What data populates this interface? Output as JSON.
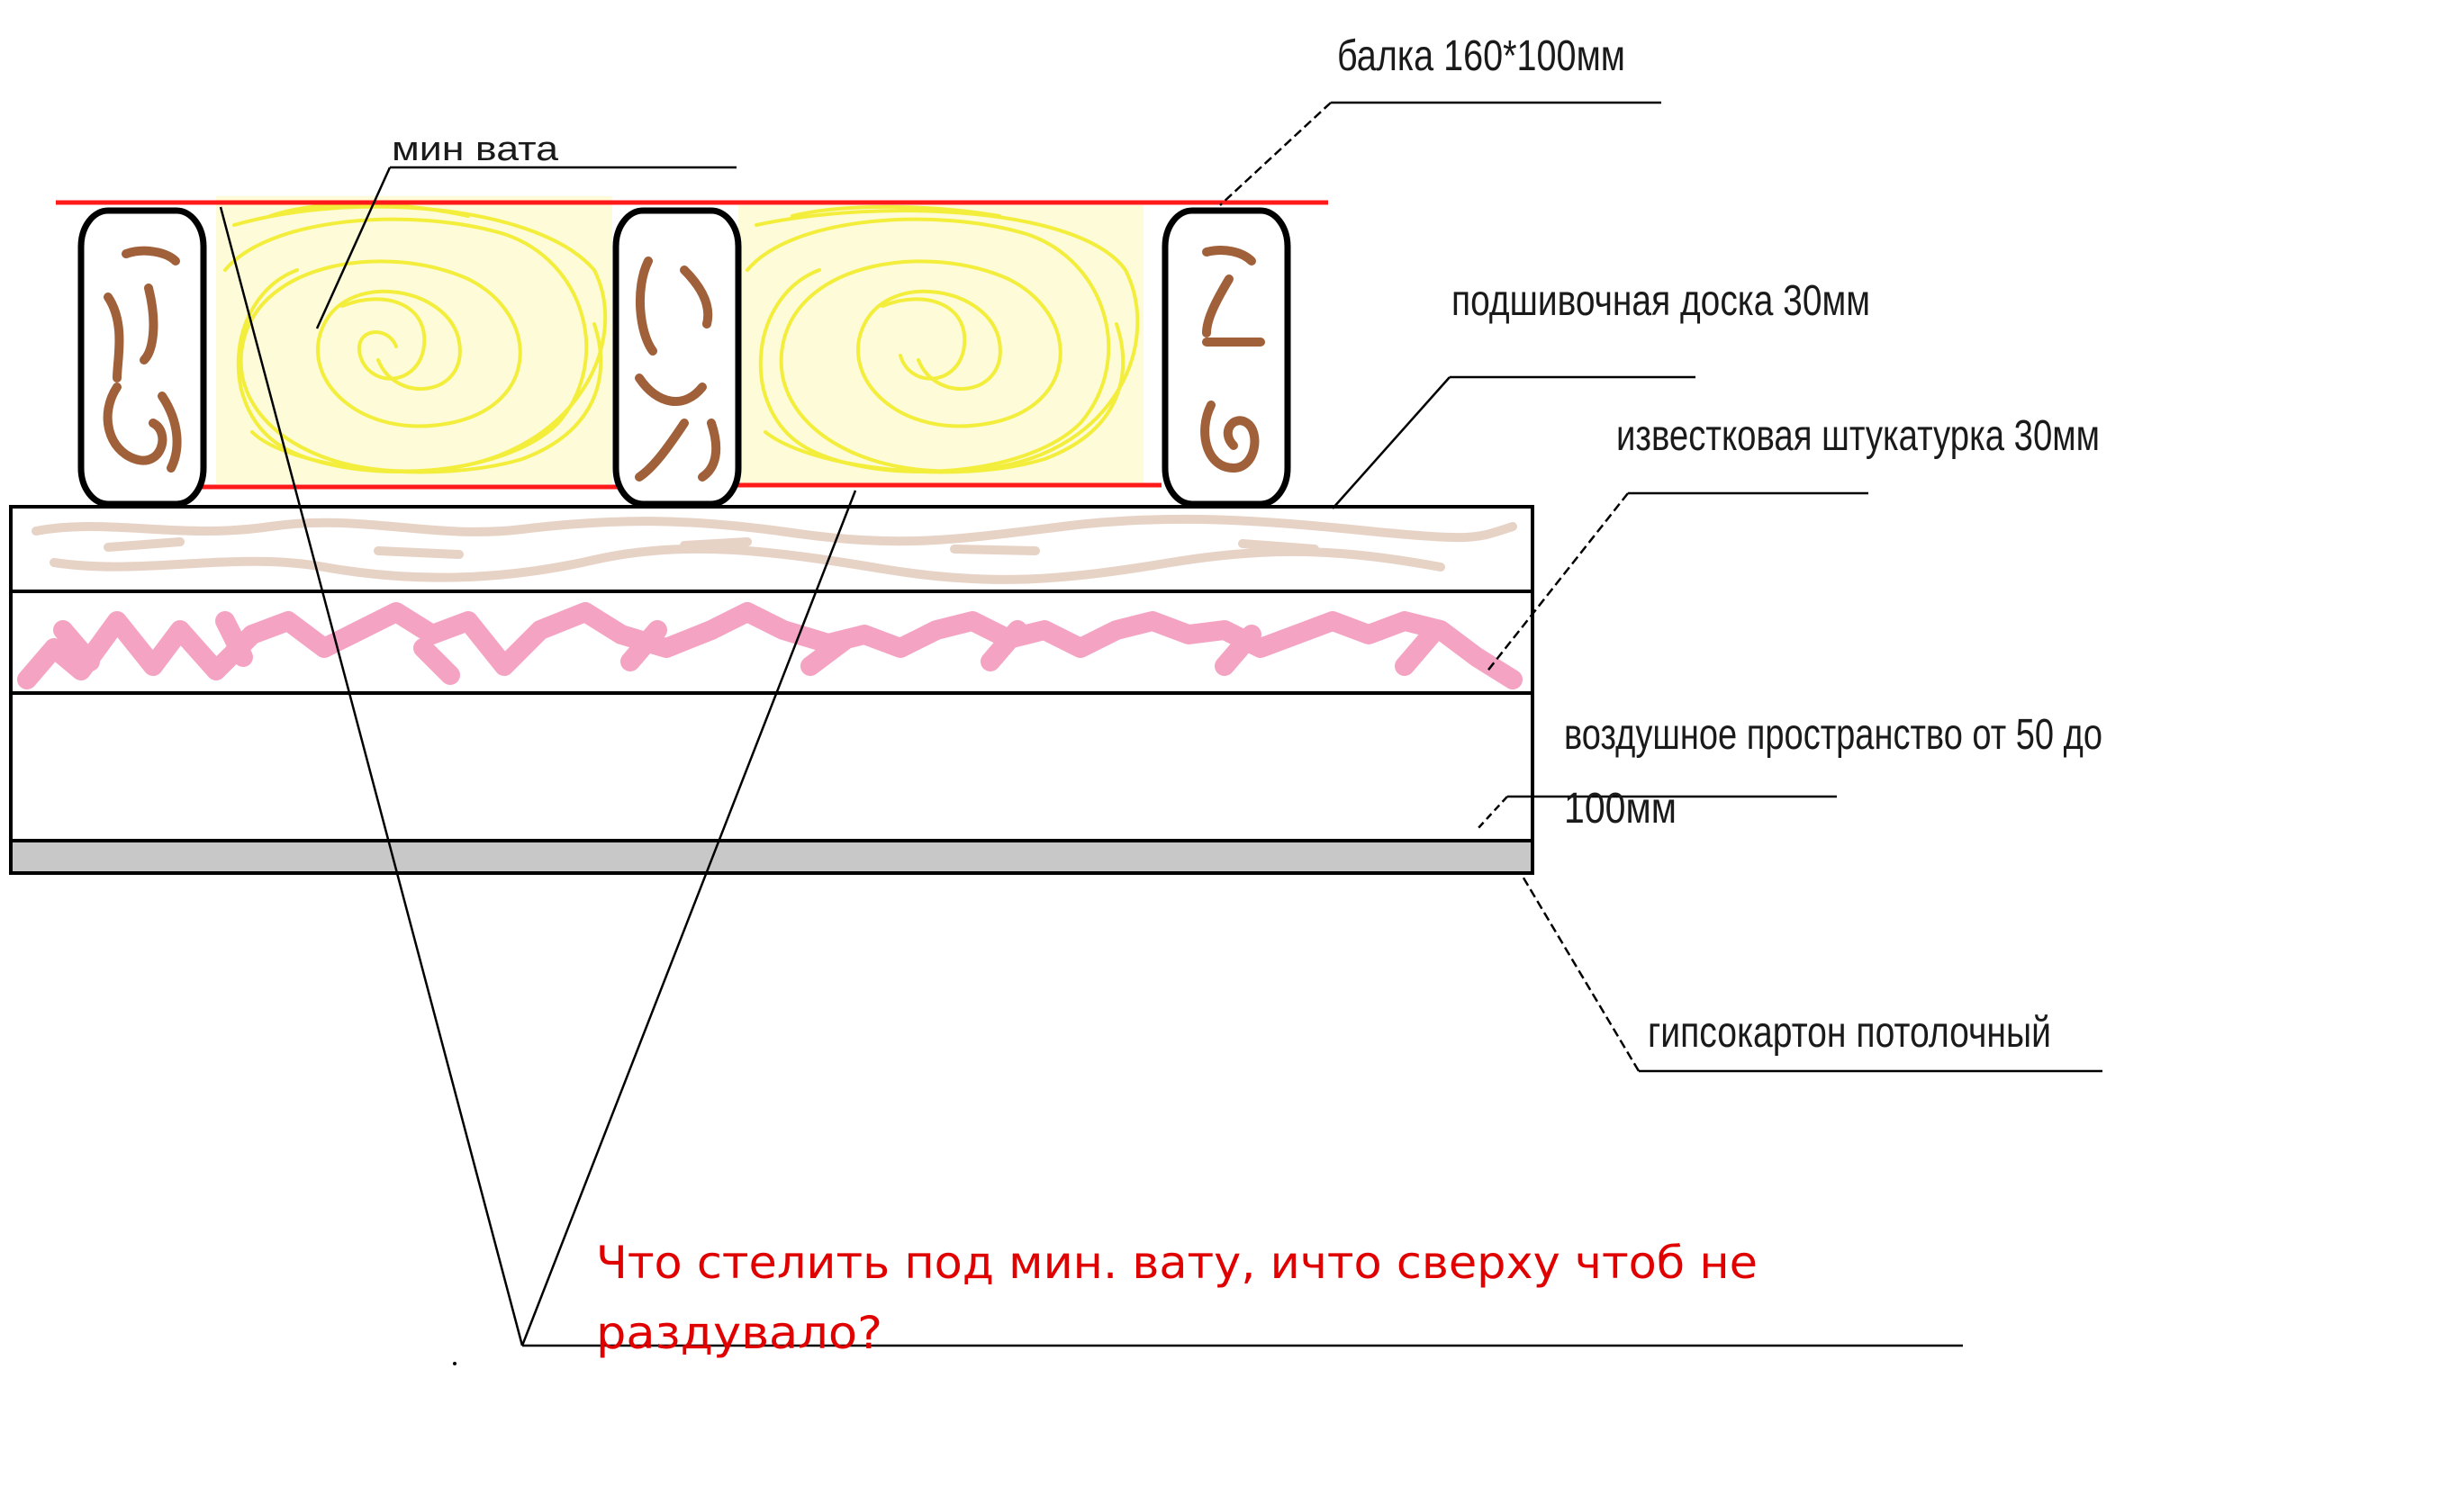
{
  "labels": {
    "beam": "балка 160*100мм",
    "mineral_wool": "мин вата",
    "ceiling_board": "подшивочная доска 30мм",
    "lime_plaster": "известковая штукатурка 30мм",
    "air_gap_line1": "воздушное пространство от 50 до",
    "air_gap_line2": "100мм",
    "drywall": "гипсокартон потолочный"
  },
  "question": {
    "line1": "Что стелить под мин. вату, ичто сверху чтоб не",
    "line2": "раздувало?"
  },
  "colors": {
    "membrane": "#ff1a1a",
    "wool": "#f3ee3c",
    "beam_grain": "#a0603a",
    "board_pattern": "#e7d2c6",
    "plaster_pattern": "#f5a3c3",
    "drywall": "#c8c8c8",
    "question_text": "#e00000"
  },
  "icons": {
    "beam": "wooden-beam-icon",
    "wool": "mineral-wool-icon"
  }
}
